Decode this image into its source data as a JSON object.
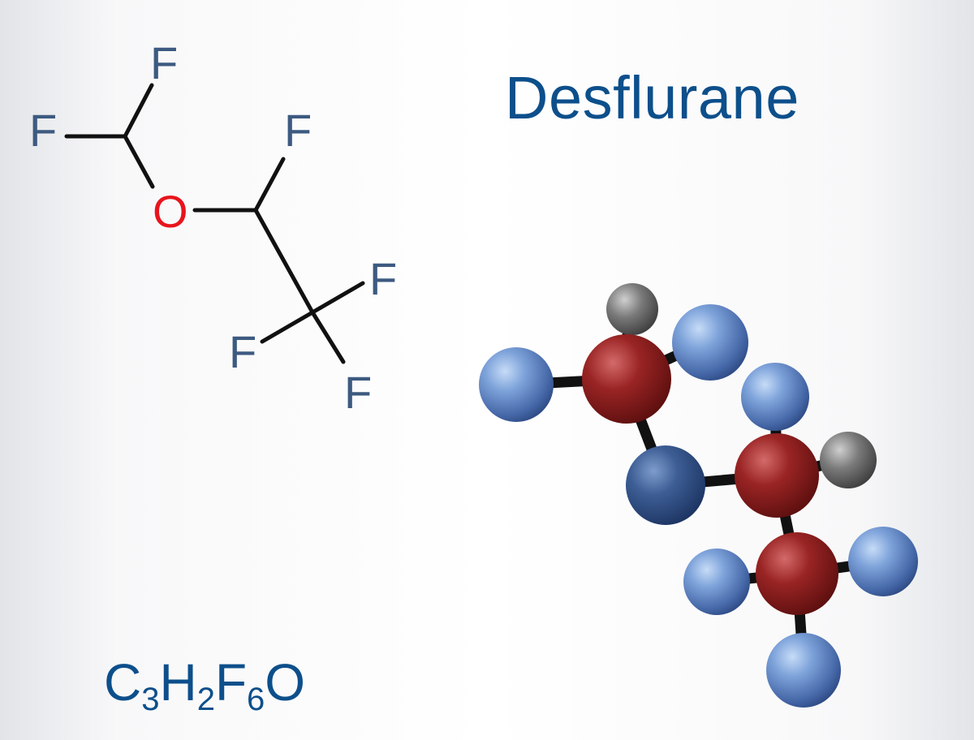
{
  "title": "Desflurane",
  "formula": {
    "parts": [
      {
        "text": "C",
        "sub": "3"
      },
      {
        "text": "H",
        "sub": "2"
      },
      {
        "text": "F",
        "sub": "6"
      },
      {
        "text": "O",
        "sub": ""
      }
    ]
  },
  "skeletal": {
    "atoms": [
      {
        "label": "F",
        "role": "fluorine"
      },
      {
        "label": "F",
        "role": "fluorine"
      },
      {
        "label": "O",
        "role": "oxygen"
      },
      {
        "label": "F",
        "role": "fluorine"
      },
      {
        "label": "F",
        "role": "fluorine"
      },
      {
        "label": "F",
        "role": "fluorine"
      },
      {
        "label": "F",
        "role": "fluorine"
      }
    ]
  },
  "colors": {
    "title": "#0d4f8b",
    "label_fluorine": "#3d5a80",
    "label_oxygen": "#e8141c",
    "bond": "#111111",
    "carbon_ball": "#8b1c1c",
    "oxygen_ball": "#2a4a78",
    "fluorine_ball": "#5f86c4",
    "hydrogen_ball": "#555555"
  }
}
